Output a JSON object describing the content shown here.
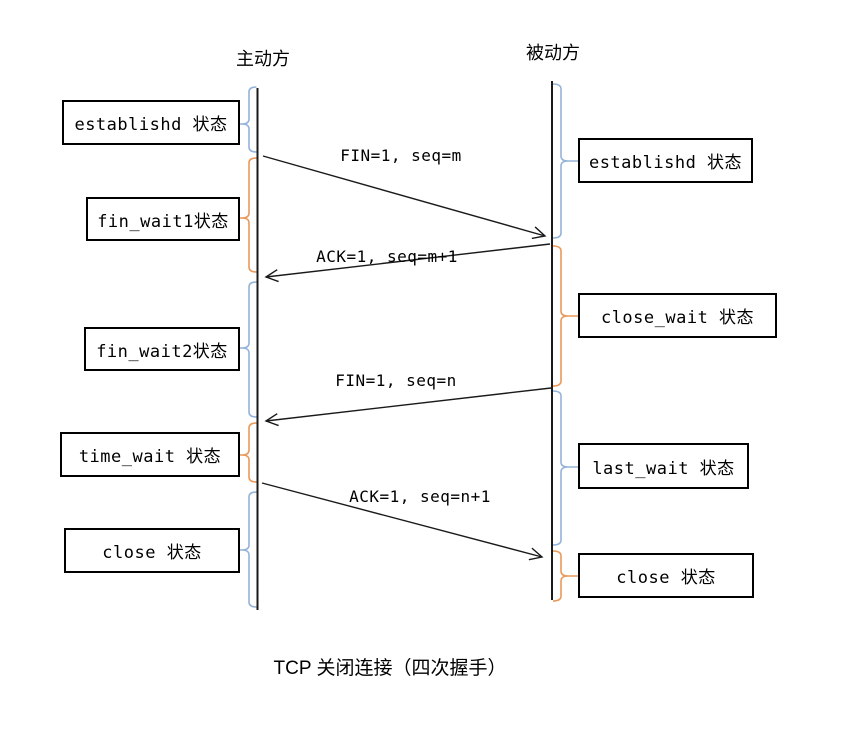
{
  "diagram": {
    "title": "TCP 关闭连接（四次握手）",
    "actors": {
      "left": "主动方",
      "right": "被动方"
    },
    "left_states": [
      {
        "label": "establishd 状态"
      },
      {
        "label": "fin_wait1状态"
      },
      {
        "label": "fin_wait2状态"
      },
      {
        "label": "time_wait 状态"
      },
      {
        "label": "close 状态"
      }
    ],
    "right_states": [
      {
        "label": "establishd 状态"
      },
      {
        "label": "close_wait 状态"
      },
      {
        "label": "last_wait 状态"
      },
      {
        "label": "close 状态"
      }
    ],
    "messages": [
      {
        "label": "FIN=1, seq=m",
        "direction": "left-to-right"
      },
      {
        "label": "ACK=1, seq=m+1",
        "direction": "right-to-left"
      },
      {
        "label": "FIN=1, seq=n",
        "direction": "right-to-left"
      },
      {
        "label": "ACK=1, seq=n+1",
        "direction": "left-to-right"
      }
    ],
    "colors": {
      "bracket_blue": "#95b3d7",
      "bracket_orange": "#e9995a",
      "line": "#1a1a1a",
      "box_border": "#000000"
    }
  }
}
